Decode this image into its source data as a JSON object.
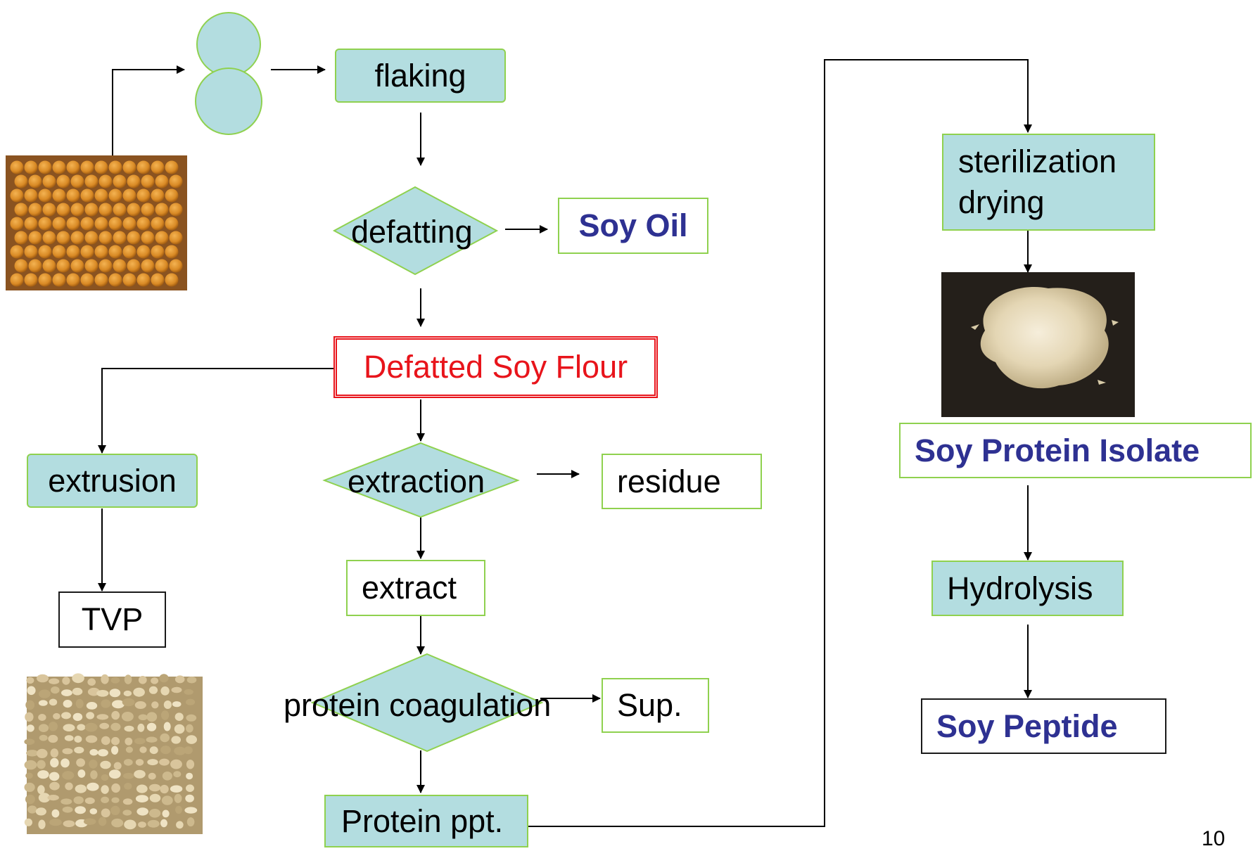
{
  "labels": {
    "flaking": "flaking",
    "defatting": "defatting",
    "soy_oil": "Soy Oil",
    "defatted_soy_flour": "Defatted Soy Flour",
    "extrusion": "extrusion",
    "extraction": "extraction",
    "residue": "residue",
    "tvp": "TVP",
    "extract": "extract",
    "protein_coagulation": "protein coagulation",
    "sup": "Sup.",
    "protein_ppt": "Protein ppt.",
    "sterilization": "sterilization",
    "drying": "drying",
    "soy_protein_isolate": "Soy Protein Isolate",
    "hydrolysis": "Hydrolysis",
    "soy_peptide": "Soy Peptide"
  },
  "page_number": "10",
  "colors": {
    "process_fill": "#b3dde0",
    "border_green": "#8fd14f",
    "product_navy": "#2e3192",
    "highlight_red": "#e8141b",
    "soybean_orange": "#d98c2a",
    "tvp_tan": "#c9b48a",
    "powder_cream": "#e9dfc4"
  },
  "images": {
    "soybeans": "soybeans-photo",
    "tvp": "tvp-granules-photo",
    "isolate": "protein-isolate-powder-photo"
  }
}
